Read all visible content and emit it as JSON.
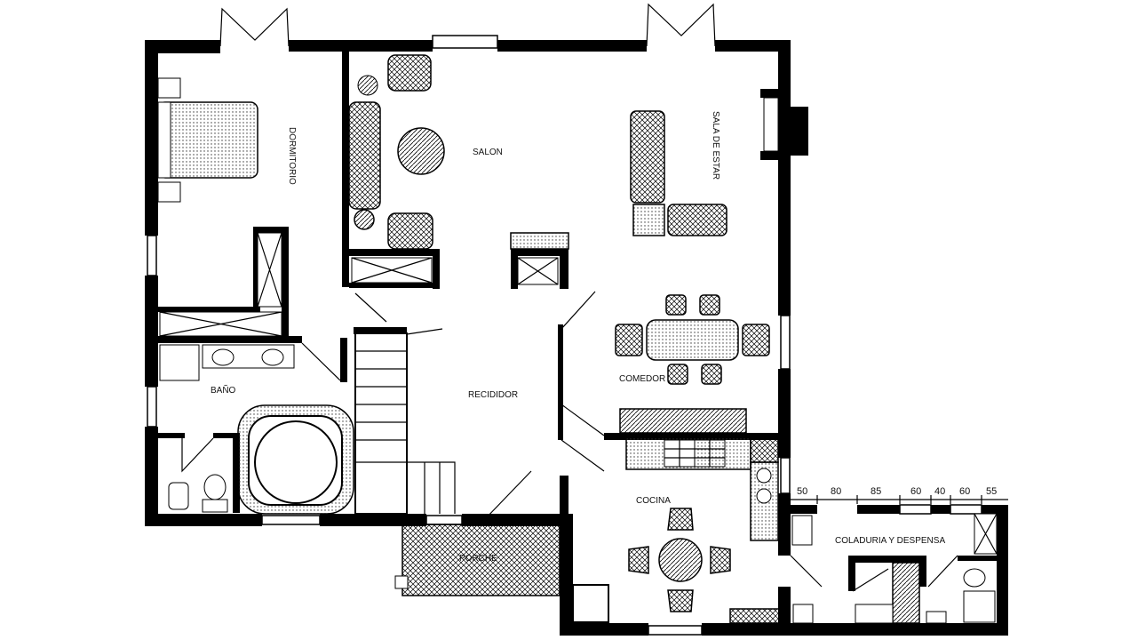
{
  "title": "Floor plan",
  "rooms": {
    "dormitorio": "DORMITORIO",
    "salon": "SALON",
    "sala_de_estar": "SALA DE ESTAR",
    "bano": "BAÑO",
    "recibidor": "RECIDIDOR",
    "comedor": "COMEDOR",
    "cocina": "COCINA",
    "porche": "PORCHE",
    "coladuria": "COLADURIA Y DESPENSA"
  },
  "dimensions": [
    "50",
    "80",
    "85",
    "60",
    "40",
    "60",
    "55"
  ]
}
